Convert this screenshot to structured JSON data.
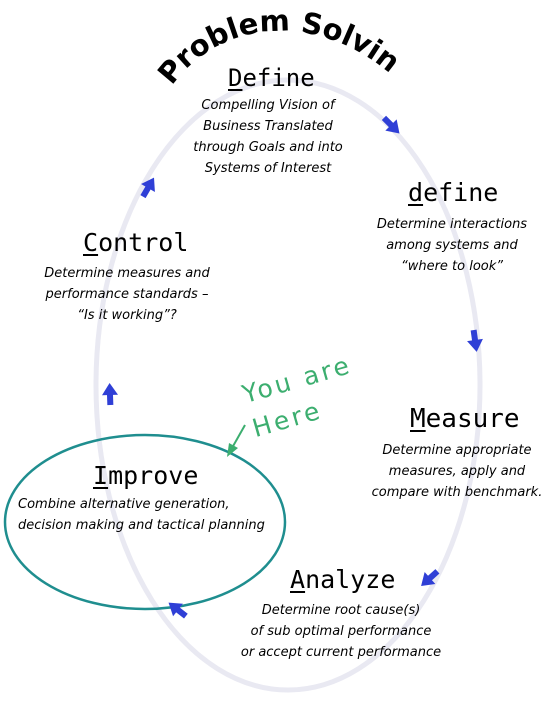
{
  "title": "Problem Solving Cycle",
  "stages": {
    "define_upper": {
      "initial": "D",
      "rest": "efine",
      "description": [
        "Compelling Vision of",
        "Business Translated",
        "through Goals and  into",
        "Systems of Interest"
      ]
    },
    "define_lower": {
      "initial": "d",
      "rest": "efine",
      "description": [
        "Determine interactions",
        "among systems and",
        "“where to look”"
      ]
    },
    "measure": {
      "initial": "M",
      "rest": "easure",
      "description": [
        "Determine appropriate",
        "measures, apply and",
        "compare with benchmark."
      ]
    },
    "analyze": {
      "initial": "A",
      "rest": "nalyze",
      "description": [
        "Determine root cause(s)",
        "of sub optimal  performance",
        "or accept current performance"
      ]
    },
    "improve": {
      "initial": "I",
      "rest": "mprove",
      "description": [
        "Combine alternative generation,",
        "decision making and tactical planning"
      ]
    },
    "control": {
      "initial": "C",
      "rest": "ontrol",
      "description": [
        "Determine measures and",
        "performance standards –",
        "“Is it working”?"
      ]
    }
  },
  "you_are_here": [
    "You are",
    "Here"
  ],
  "colors": {
    "cycle": "#e9e9f2",
    "arrow": "#2f3fd6",
    "improve_ring": "#1f8e8f",
    "you_are_here": "#3cae6f"
  },
  "icons": [
    "cycle-arrow-icon",
    "pointer-arrow-icon"
  ]
}
